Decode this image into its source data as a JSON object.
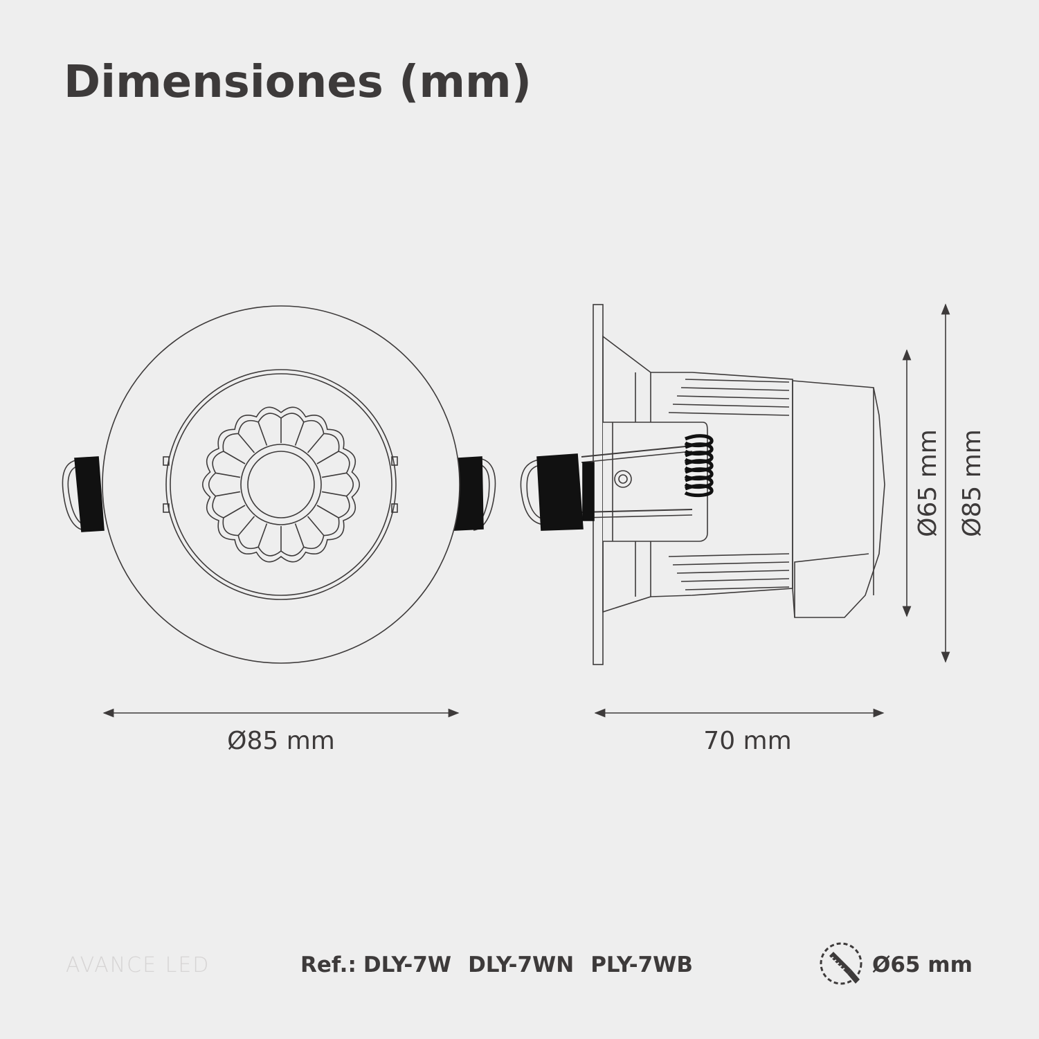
{
  "title": "Dimensiones (mm)",
  "dimensions": {
    "front_width": "Ø85 mm",
    "side_depth": "70 mm",
    "side_body_height": "Ø65 mm",
    "side_total_height": "Ø85  mm"
  },
  "footer": {
    "brand": "AVANCE LED",
    "ref_prefix": "Ref.:",
    "refs": [
      "DLY-7W",
      "DLY-7WN",
      "PLY-7WB"
    ],
    "cutout": "Ø65 mm",
    "cutout_icon": "saw-cutout-icon"
  },
  "colors": {
    "background": "#eeeeee",
    "text": "#3d3a3a",
    "line": "#3d3a3a",
    "brand": "#d6d4d4"
  }
}
